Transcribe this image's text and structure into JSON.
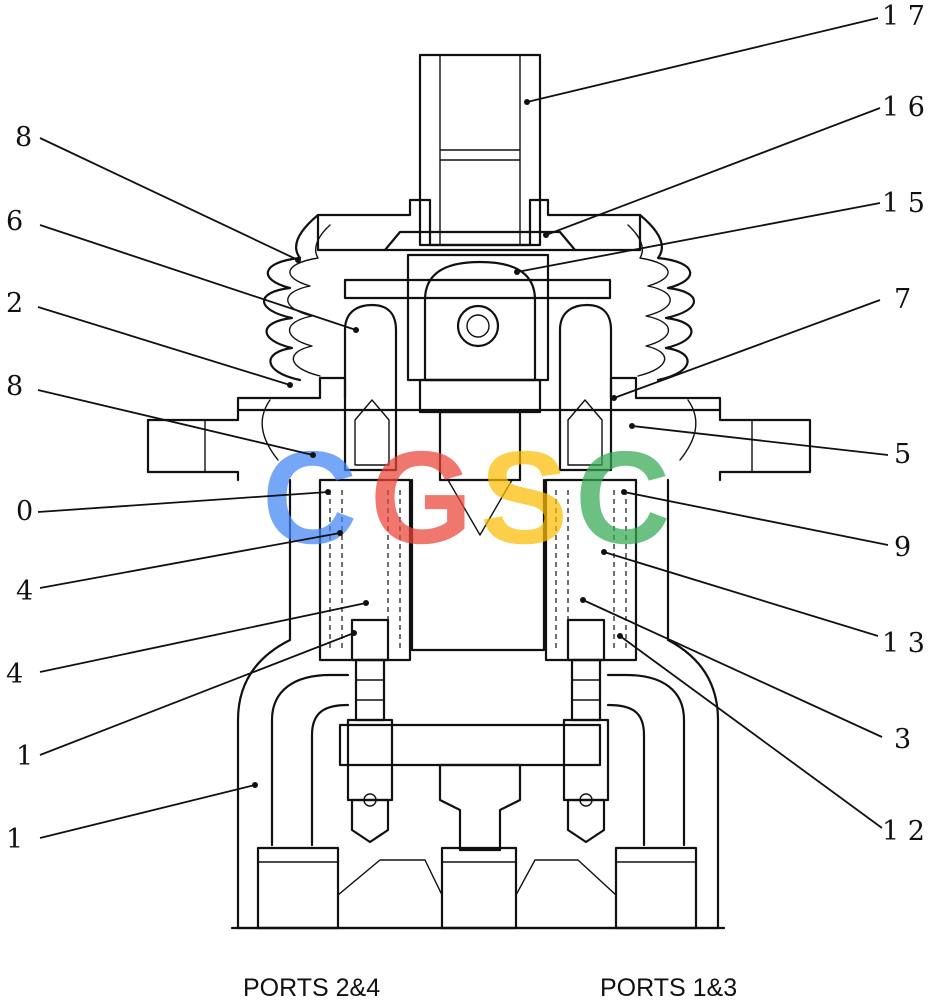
{
  "callouts": [
    {
      "id": "c17r",
      "label": "1 7"
    },
    {
      "id": "c16r",
      "label": "1 6"
    },
    {
      "id": "c15r",
      "label": "1 5"
    },
    {
      "id": "c7r",
      "label": "7"
    },
    {
      "id": "c5r",
      "label": "5"
    },
    {
      "id": "c9r",
      "label": "9"
    },
    {
      "id": "c13r",
      "label": "1 3"
    },
    {
      "id": "c3r",
      "label": "3"
    },
    {
      "id": "c12r",
      "label": "1 2"
    },
    {
      "id": "c8l",
      "label": "8"
    },
    {
      "id": "c6l",
      "label": "6"
    },
    {
      "id": "c2l",
      "label": "2"
    },
    {
      "id": "c8l2",
      "label": "8"
    },
    {
      "id": "c0l",
      "label": "0"
    },
    {
      "id": "c4l",
      "label": "4"
    },
    {
      "id": "c4l2",
      "label": "4"
    },
    {
      "id": "c1l",
      "label": "1"
    },
    {
      "id": "c1l2",
      "label": "1"
    }
  ],
  "ports": {
    "left": "PORTS 2&4",
    "right": "PORTS 1&3"
  },
  "watermark": {
    "letters": [
      "C",
      "G",
      "S",
      "C"
    ],
    "colors": [
      "#4285F4",
      "#EA4335",
      "#FBBC05",
      "#34A853"
    ]
  }
}
